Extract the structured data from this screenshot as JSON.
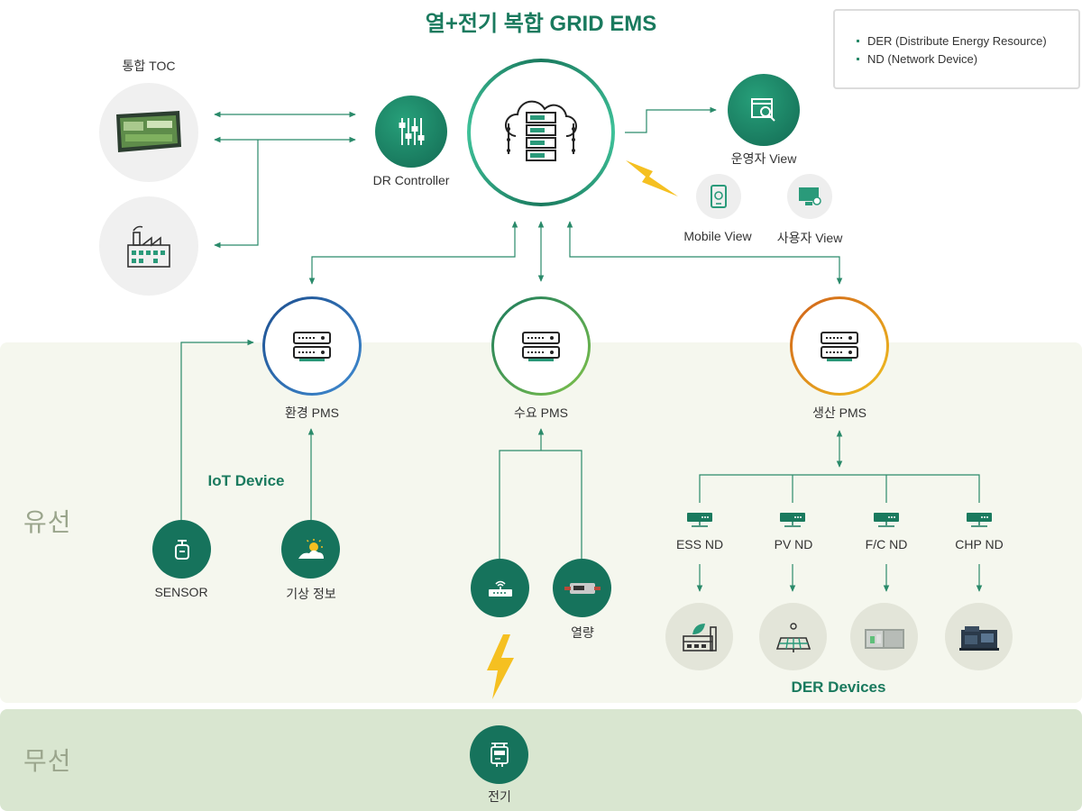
{
  "title": "열+전기 복합 GRID EMS",
  "legend": {
    "items": [
      "DER (Distribute Energy Resource)",
      "ND (Network Device)"
    ]
  },
  "bands": {
    "wired": "유선",
    "wireless": "무선"
  },
  "toc": {
    "label": "통합 TOC"
  },
  "dr_controller": {
    "label": "DR Controller"
  },
  "views": {
    "operator": "운영자 View",
    "mobile": "Mobile View",
    "user": "사용자 View"
  },
  "pms": {
    "env": "환경 PMS",
    "demand": "수요 PMS",
    "production": "생산 PMS"
  },
  "iot": {
    "title": "IoT Device",
    "sensor": "SENSOR",
    "weather": "기상 정보"
  },
  "demand_devices": {
    "heat": "열량",
    "electric": "전기"
  },
  "nd": {
    "items": [
      "ESS ND",
      "PV ND",
      "F/C ND",
      "CHP ND"
    ]
  },
  "der": {
    "title": "DER Devices"
  },
  "colors": {
    "accent": "#1a7a5e",
    "line": "#2a8a6a",
    "lightning": "#f5c021"
  }
}
